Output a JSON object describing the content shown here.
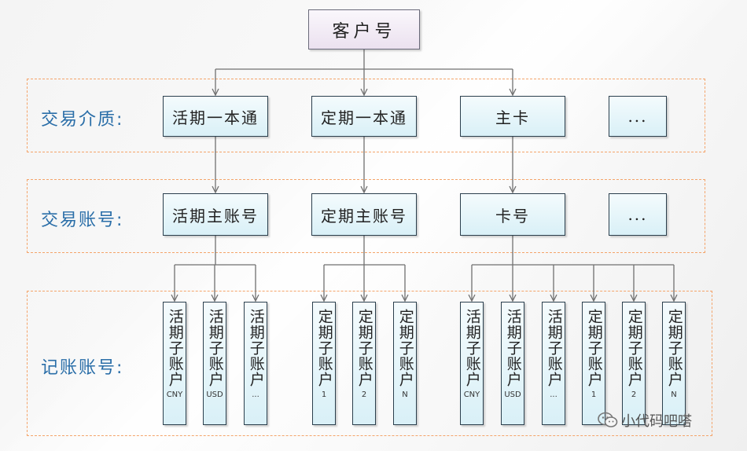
{
  "root": {
    "label": "客户号"
  },
  "rows": [
    {
      "label": "交易介质:"
    },
    {
      "label": "交易账号:"
    },
    {
      "label": "记账账号:"
    }
  ],
  "media": [
    {
      "label": "活期一本通"
    },
    {
      "label": "定期一本通"
    },
    {
      "label": "主卡"
    },
    {
      "label": "..."
    }
  ],
  "accounts": [
    {
      "label": "活期主账号"
    },
    {
      "label": "定期主账号"
    },
    {
      "label": "卡号"
    },
    {
      "label": "..."
    }
  ],
  "sub_accounts": [
    {
      "label": "活期子账户",
      "suffix": "CNY"
    },
    {
      "label": "活期子账户",
      "suffix": "USD"
    },
    {
      "label": "活期子账户",
      "suffix": "..."
    },
    {
      "label": "定期子账户",
      "suffix": "1"
    },
    {
      "label": "定期子账户",
      "suffix": "2"
    },
    {
      "label": "定期子账户",
      "suffix": "N"
    },
    {
      "label": "活期子账户",
      "suffix": "CNY"
    },
    {
      "label": "活期子账户",
      "suffix": "USD"
    },
    {
      "label": "活期子账户",
      "suffix": "..."
    },
    {
      "label": "定期子账户",
      "suffix": "1"
    },
    {
      "label": "定期子账户",
      "suffix": "2"
    },
    {
      "label": "定期子账户",
      "suffix": "N"
    }
  ],
  "watermark": {
    "text": "小代码吧嗒"
  },
  "colors": {
    "row_label": "#2a6ea8",
    "group_border": "#f4a46a",
    "box_fill": "#d9f0f7",
    "root_fill": "#ebe1ef"
  }
}
